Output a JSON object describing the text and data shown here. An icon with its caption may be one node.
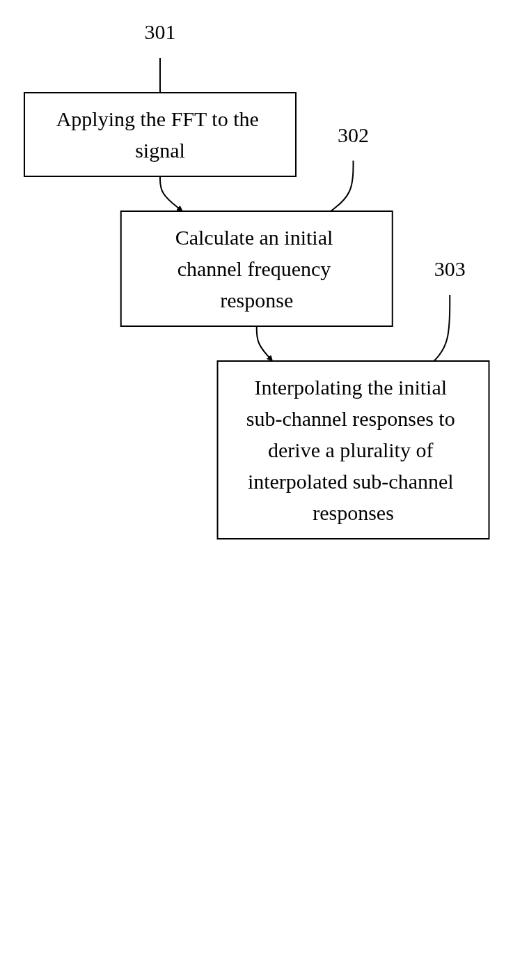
{
  "diagram": {
    "nodes": [
      {
        "text": [
          "301"
        ]
      },
      {
        "text": [
          "Applying the FFT to the signal"
        ]
      },
      {
        "text": [
          "302"
        ]
      },
      {
        "text": [
          "Calculate an initial channel frequency response"
        ]
      },
      {
        "text": [
          "303"
        ]
      },
      {
        "text": [
          "Interpolating the initial sub-channel responses to derive a plurality of interpolated sub-channel responses"
        ]
      }
    ],
    "edges": [
      {
        "from": 0,
        "to": 1,
        "arrow": "none"
      },
      {
        "from": 1,
        "to": 3,
        "arrow": "to"
      },
      {
        "from": 2,
        "to": 3,
        "arrow": "none"
      },
      {
        "from": 3,
        "to": 5,
        "arrow": "to"
      },
      {
        "from": 4,
        "to": 5,
        "arrow": "none"
      }
    ]
  }
}
